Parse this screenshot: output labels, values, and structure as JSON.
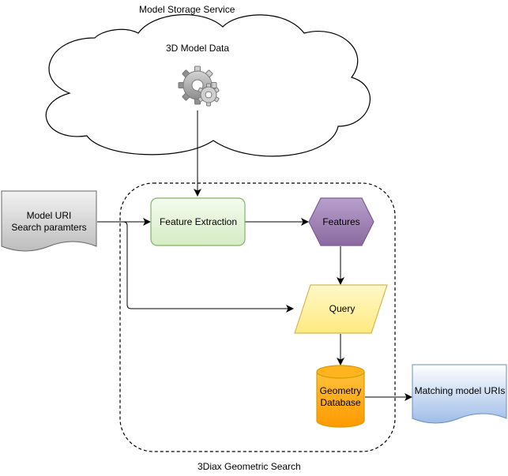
{
  "cloud": {
    "title": "Model Storage Service",
    "data_label": "3D Model Data",
    "icon": "gear-icon"
  },
  "input_doc": {
    "line1": "Model URI",
    "line2": "Search paramters"
  },
  "feature_extraction": {
    "label": "Feature Extraction"
  },
  "features": {
    "label": "Features"
  },
  "query": {
    "label": "Query"
  },
  "database": {
    "line1": "Geometry",
    "line2": "Database"
  },
  "output_doc": {
    "label": "Matching model URIs"
  },
  "group": {
    "label": "3Diax Geometric Search"
  },
  "colors": {
    "fe_fill": "#e3f4d7",
    "fe_stroke": "#82b366",
    "features_fill": "#9b7cb0",
    "features_stroke": "#7b5d91",
    "query_fill": "#fff2a8",
    "query_stroke": "#d6b656",
    "db_fill": "#ffa500",
    "db_stroke": "#d79b00",
    "doc_grey": "#cfcfcf",
    "doc_blue": "#a9c4eb"
  }
}
